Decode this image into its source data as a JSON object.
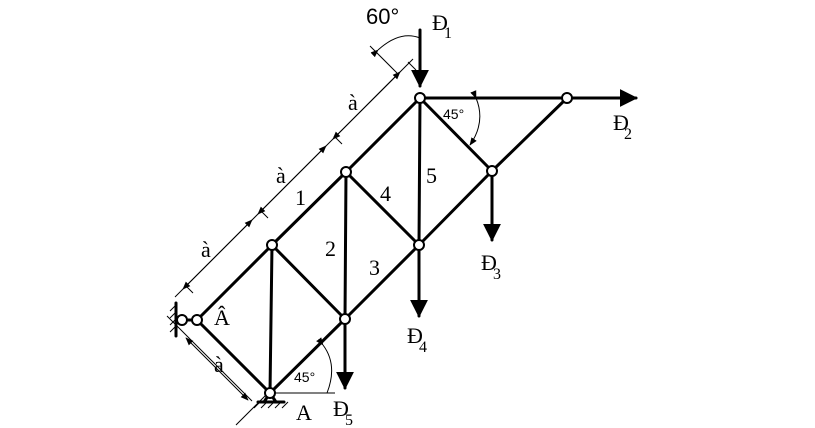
{
  "diagram": {
    "nodes": {
      "A": "A",
      "B": "Â"
    },
    "members": [
      "1",
      "2",
      "3",
      "4",
      "5"
    ],
    "dimension_label": "à",
    "dimension_label_bottom": "à",
    "angles": {
      "top": "60°",
      "right": "45°",
      "bottom": "45°"
    },
    "forces": [
      {
        "main": "Ð",
        "sub": "1"
      },
      {
        "main": "Ð",
        "sub": "2"
      },
      {
        "main": "Ð",
        "sub": "3"
      },
      {
        "main": "Ð",
        "sub": "4"
      },
      {
        "main": "Ð",
        "sub": "5"
      }
    ]
  }
}
